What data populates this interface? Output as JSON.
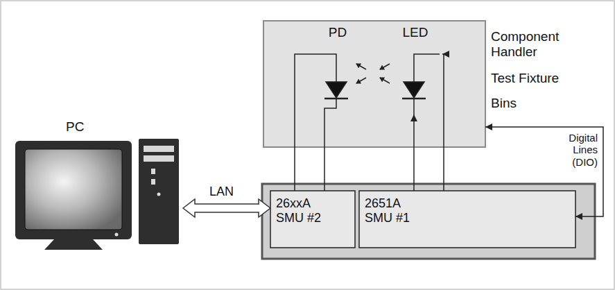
{
  "diagram": {
    "nodes": [
      {
        "text": [
          "Component Handler",
          "Test Fixture",
          "Bins"
        ]
      },
      {
        "text": [
          "PD"
        ],
        "in": 0
      },
      {
        "text": [
          "LED"
        ],
        "in": 0
      },
      {
        "text": [
          "PC"
        ]
      },
      {
        "text": [
          "26xxA SMU #2"
        ]
      },
      {
        "text": [
          "2651A SMU #1"
        ]
      }
    ],
    "edges": [
      {
        "from": 4,
        "to": 1,
        "arrow": "none"
      },
      {
        "from": 4,
        "to": 1,
        "arrow": "none"
      },
      {
        "from": 5,
        "to": 2,
        "arrow": "to"
      },
      {
        "from": 5,
        "to": 2,
        "arrow": "to"
      },
      {
        "from": 3,
        "to": 4,
        "label": "LAN",
        "arrow": "both"
      },
      {
        "from": 0,
        "to": 5,
        "label": "Digital Lines (DIO)",
        "arrow": "both"
      }
    ]
  }
}
